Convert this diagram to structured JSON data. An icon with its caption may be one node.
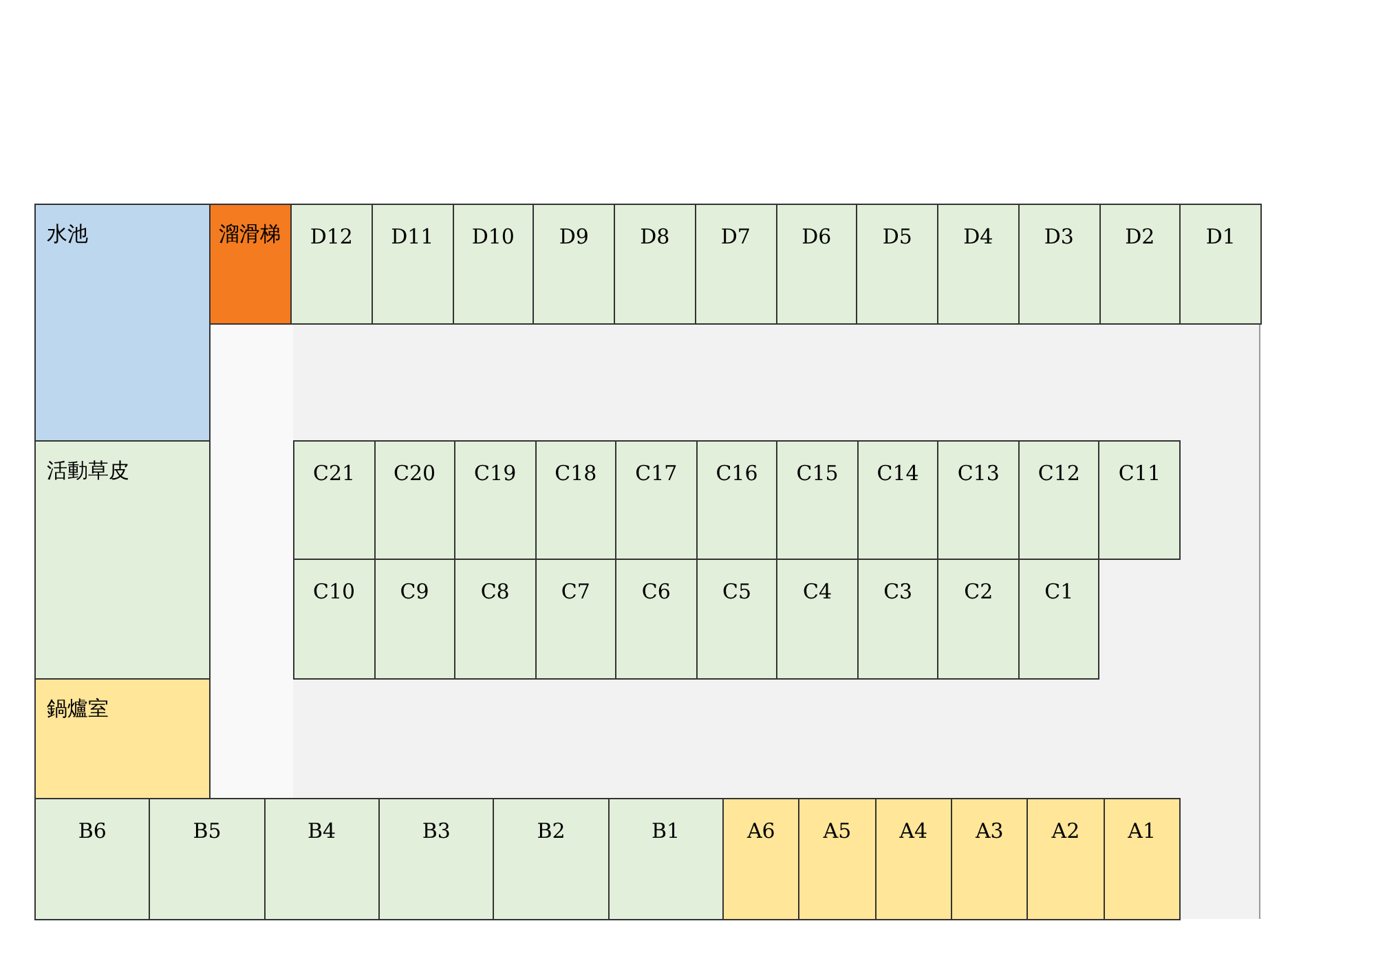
{
  "diagram": {
    "nodes": [
      {
        "text": [
          "水池"
        ]
      },
      {
        "text": [
          "溜滑梯"
        ]
      },
      {
        "text": [
          "D12"
        ]
      },
      {
        "text": [
          "D11"
        ]
      },
      {
        "text": [
          "D10"
        ]
      },
      {
        "text": [
          "D9"
        ]
      },
      {
        "text": [
          "D8"
        ]
      },
      {
        "text": [
          "D7"
        ]
      },
      {
        "text": [
          "D6"
        ]
      },
      {
        "text": [
          "D5"
        ]
      },
      {
        "text": [
          "D4"
        ]
      },
      {
        "text": [
          "D3"
        ]
      },
      {
        "text": [
          "D2"
        ]
      },
      {
        "text": [
          "D1"
        ]
      },
      {
        "text": [
          "活動草皮"
        ]
      },
      {
        "text": [
          "C21"
        ]
      },
      {
        "text": [
          "C20"
        ]
      },
      {
        "text": [
          "C19"
        ]
      },
      {
        "text": [
          "C18"
        ]
      },
      {
        "text": [
          "C17"
        ]
      },
      {
        "text": [
          "C16"
        ]
      },
      {
        "text": [
          "C15"
        ]
      },
      {
        "text": [
          "C14"
        ]
      },
      {
        "text": [
          "C13"
        ]
      },
      {
        "text": [
          "C12"
        ]
      },
      {
        "text": [
          "C11"
        ]
      },
      {
        "text": [
          "C10"
        ]
      },
      {
        "text": [
          "C9"
        ]
      },
      {
        "text": [
          "C8"
        ]
      },
      {
        "text": [
          "C7"
        ]
      },
      {
        "text": [
          "C6"
        ]
      },
      {
        "text": [
          "C5"
        ]
      },
      {
        "text": [
          "C4"
        ]
      },
      {
        "text": [
          "C3"
        ]
      },
      {
        "text": [
          "C2"
        ]
      },
      {
        "text": [
          "C1"
        ]
      },
      {
        "text": [
          "鍋爐室"
        ]
      },
      {
        "text": [
          "B6"
        ]
      },
      {
        "text": [
          "B5"
        ]
      },
      {
        "text": [
          "B4"
        ]
      },
      {
        "text": [
          "B3"
        ]
      },
      {
        "text": [
          "B2"
        ]
      },
      {
        "text": [
          "B1"
        ]
      },
      {
        "text": [
          "A6"
        ]
      },
      {
        "text": [
          "A5"
        ]
      },
      {
        "text": [
          "A4"
        ]
      },
      {
        "text": [
          "A3"
        ]
      },
      {
        "text": [
          "A2"
        ]
      },
      {
        "text": [
          "A1"
        ]
      }
    ]
  }
}
